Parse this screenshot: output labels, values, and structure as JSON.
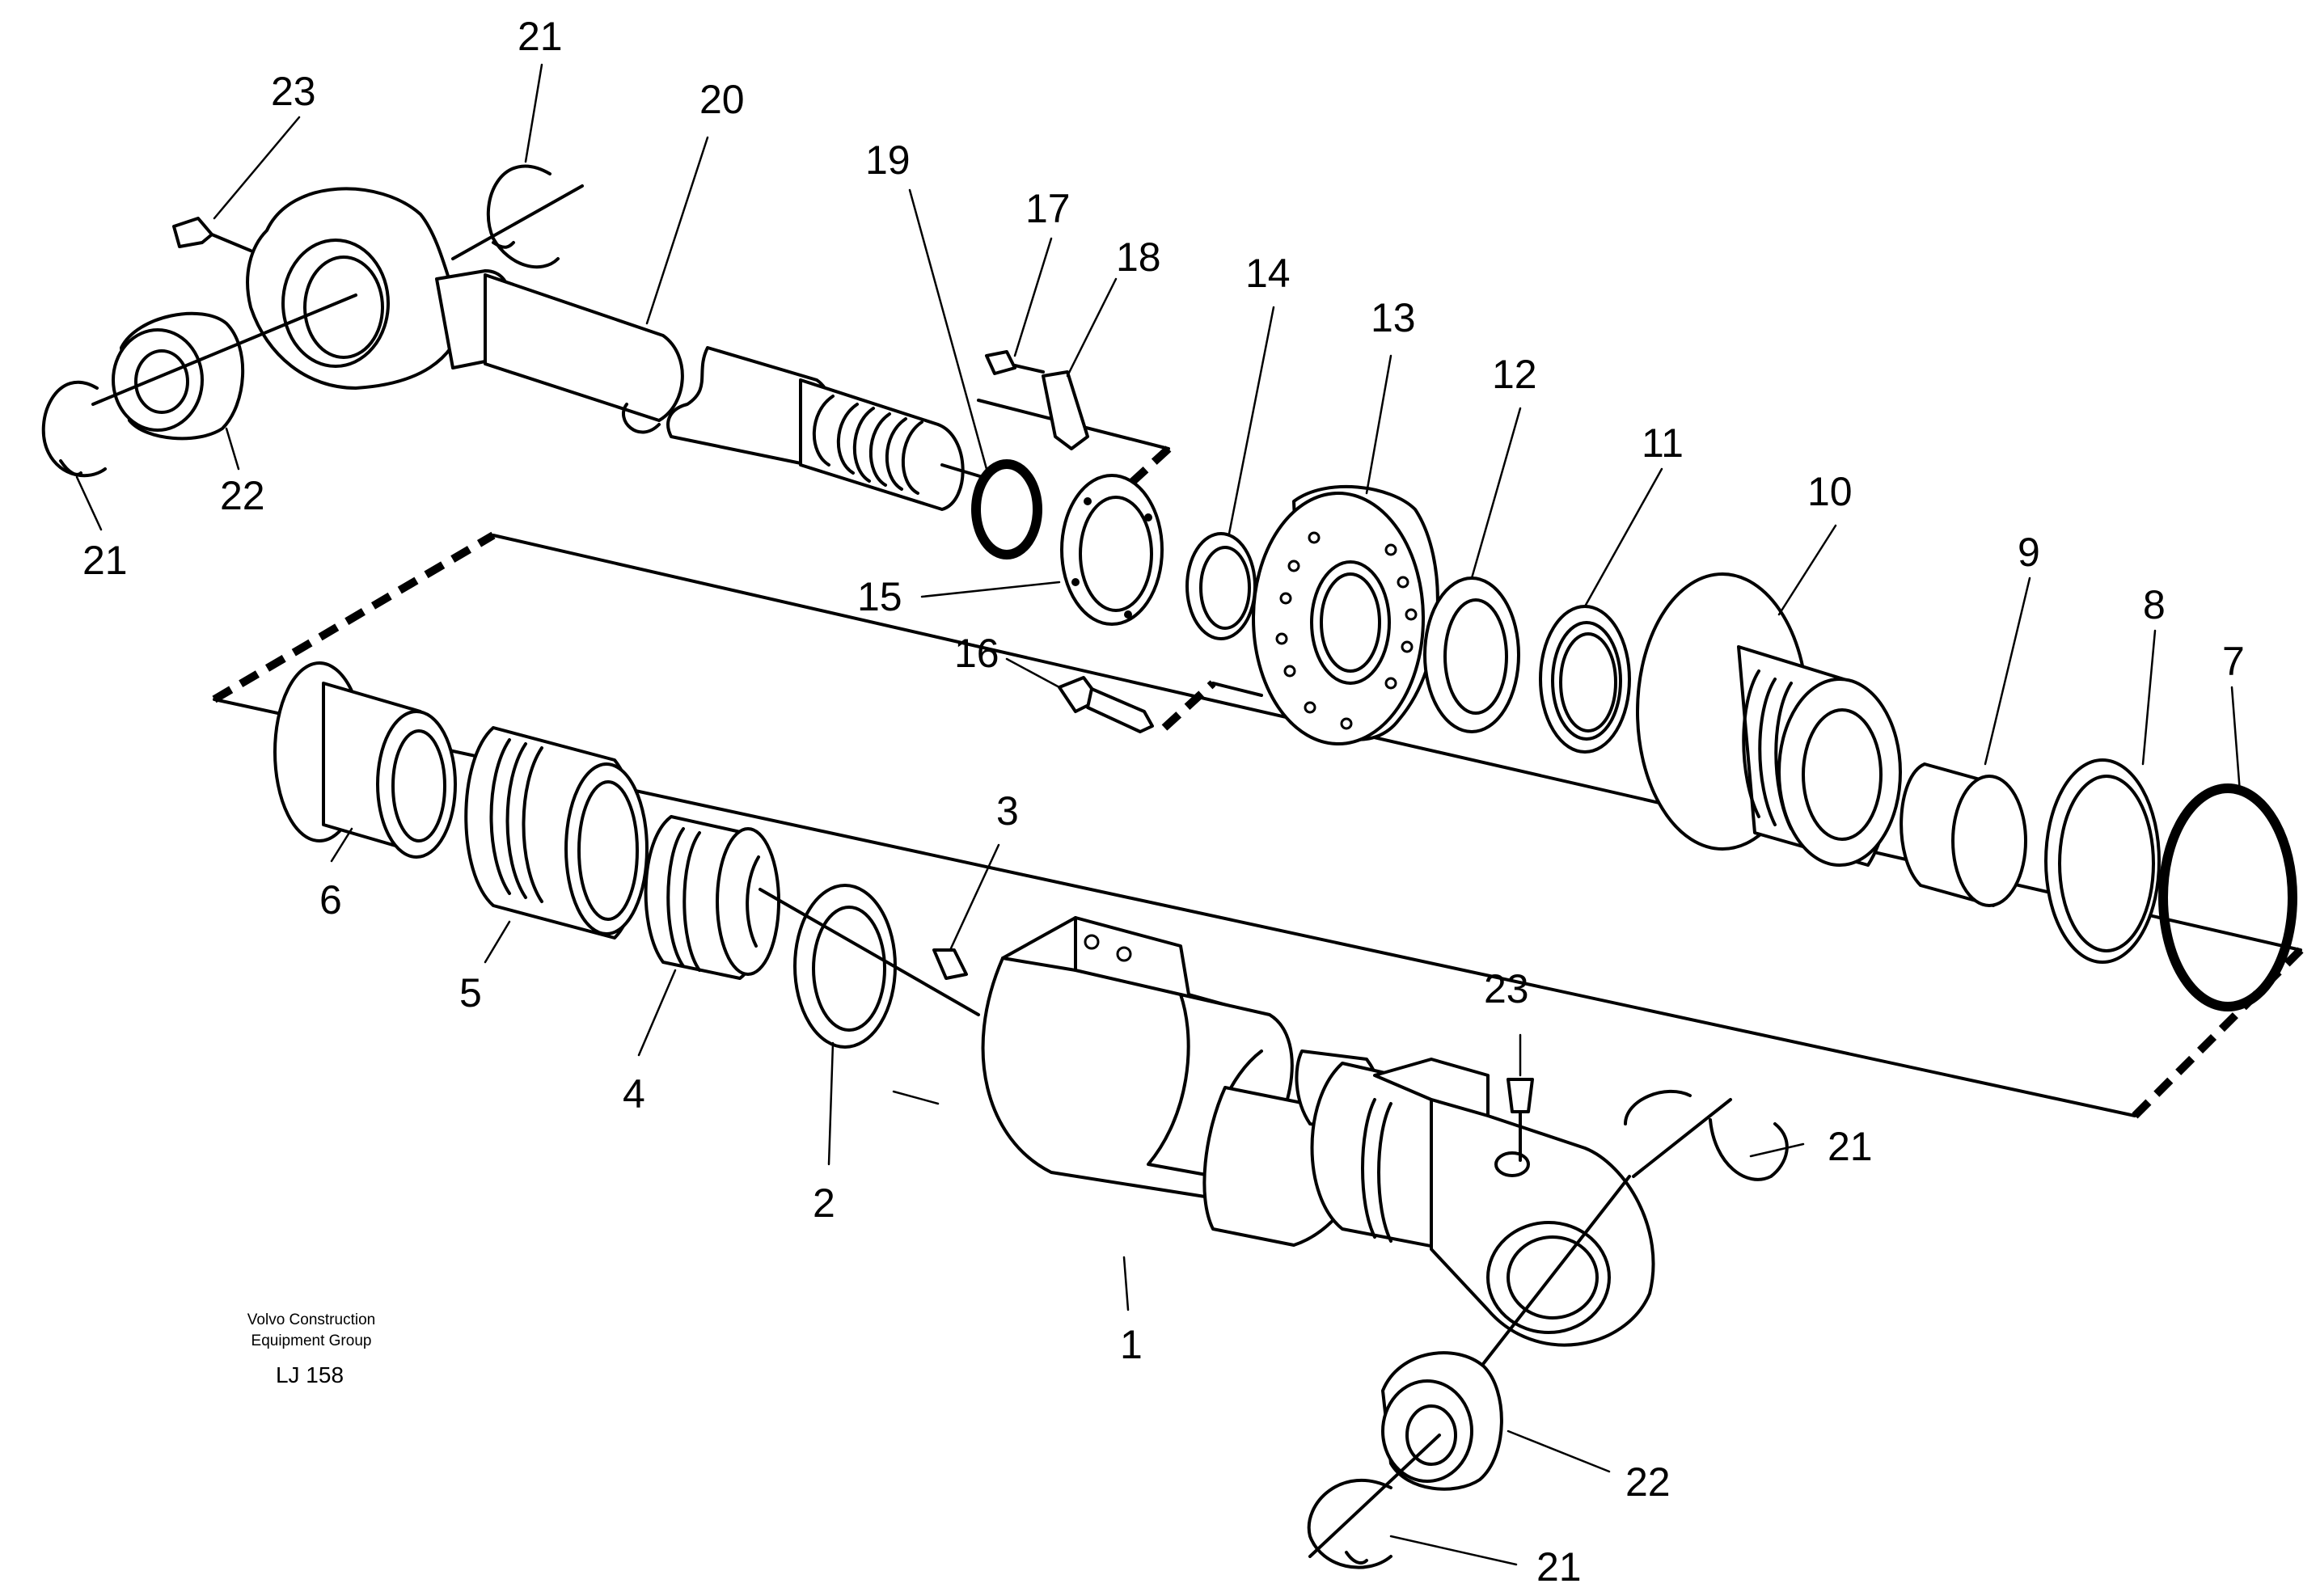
{
  "credit": {
    "line1": "Volvo Construction",
    "line2": "Equipment Group",
    "code": "LJ 158"
  },
  "callouts": {
    "c1": "1",
    "c2": "2",
    "c3": "3",
    "c4": "4",
    "c5": "5",
    "c6": "6",
    "c7": "7",
    "c8": "8",
    "c9": "9",
    "c10": "10",
    "c11": "11",
    "c12": "12",
    "c13": "13",
    "c14": "14",
    "c15": "15",
    "c16": "16",
    "c17": "17",
    "c18": "18",
    "c19": "19",
    "c20": "20",
    "c21a": "21",
    "c21b": "21",
    "c21c": "21",
    "c21d": "21",
    "c22a": "22",
    "c22b": "22",
    "c23a": "23",
    "c23b": "23"
  }
}
